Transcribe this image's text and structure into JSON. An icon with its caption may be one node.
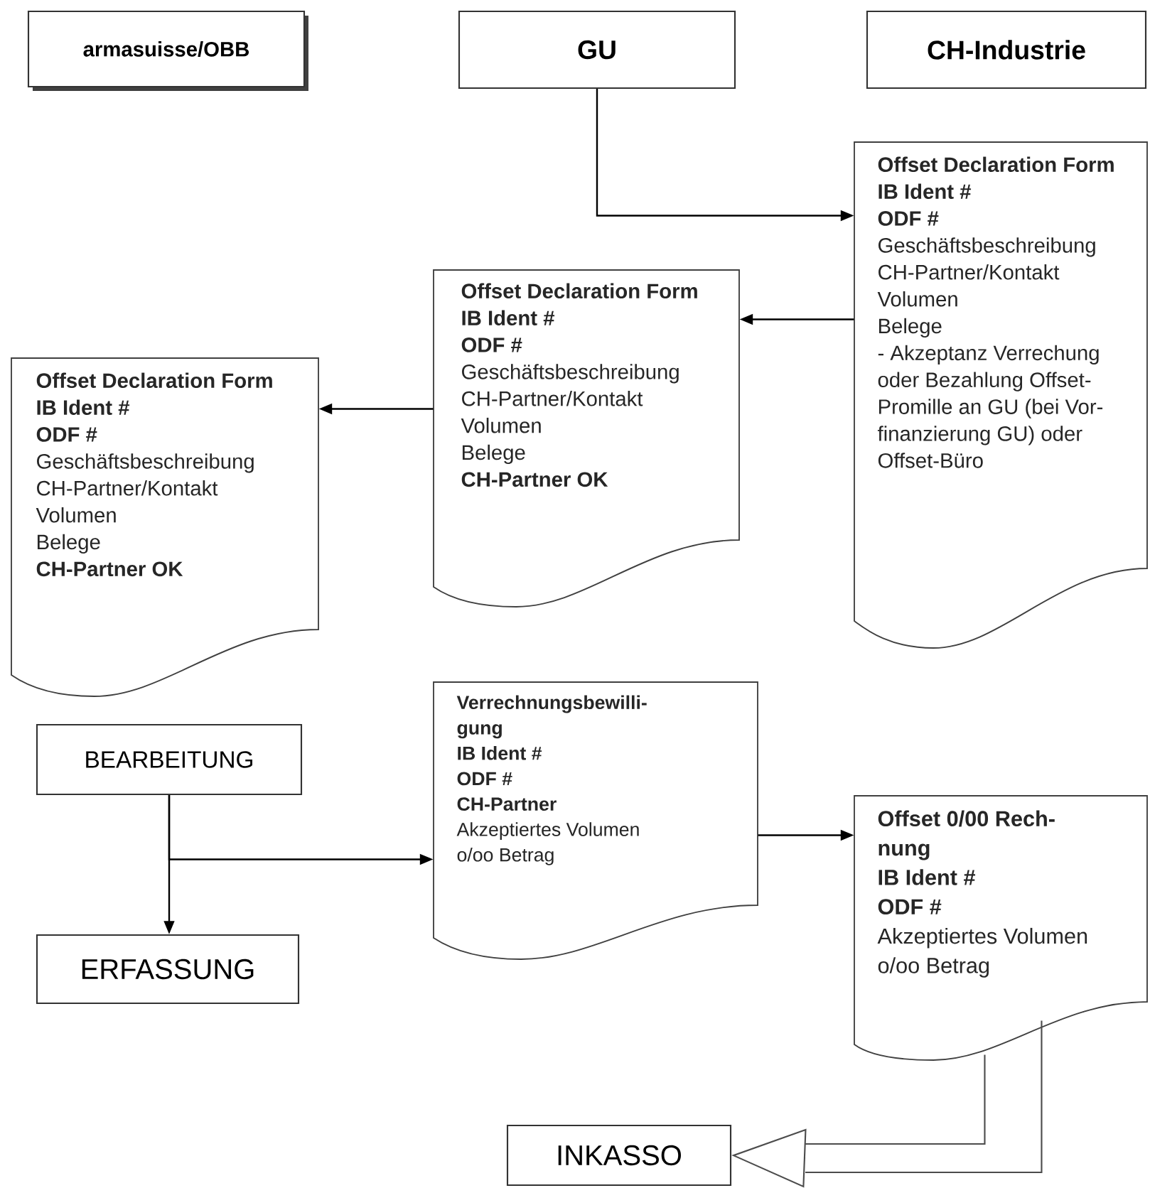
{
  "diagram": {
    "nodes": [
      {
        "text": [
          "armasuisse/OBB"
        ]
      },
      {
        "text": [
          "GU"
        ]
      },
      {
        "text": [
          "CH-Industrie"
        ]
      },
      {
        "text": [
          "Offset Declaration Form",
          "IB Ident #",
          "ODF #",
          "Geschäftsbeschreibung",
          "CH-Partner/Kontakt",
          "Volumen",
          "Belege",
          "- Akzeptanz Verrechung",
          "oder Bezahlung Offset-",
          "Promille an GU (bei Vor-",
          "finanzierung GU) oder",
          "Offset-Büro"
        ]
      },
      {
        "text": [
          "Offset Declaration Form",
          "IB Ident #",
          "ODF #",
          "Geschäftsbeschreibung",
          "CH-Partner/Kontakt",
          "Volumen",
          "Belege",
          "CH-Partner OK"
        ]
      },
      {
        "text": [
          "Offset Declaration Form",
          "IB Ident #",
          "ODF #",
          "Geschäftsbeschreibung",
          "CH-Partner/Kontakt",
          "Volumen",
          "Belege",
          "CH-Partner OK"
        ]
      },
      {
        "text": [
          "BEARBEITUNG"
        ]
      },
      {
        "text": [
          "ERFASSUNG"
        ]
      },
      {
        "text": [
          "Verrechnungsbewilli-",
          "gung",
          "IB Ident #",
          "ODF #",
          "CH-Partner",
          "Akzeptiertes Volumen",
          "o/oo Betrag"
        ]
      },
      {
        "text": [
          "Offset 0/00 Rech-",
          "nung",
          "IB Ident #",
          "ODF #",
          "Akzeptiertes Volumen",
          "o/oo Betrag"
        ]
      },
      {
        "text": [
          "INKASSO"
        ]
      }
    ],
    "edges": [
      {
        "from": 1,
        "to": 3,
        "arrow": "to"
      },
      {
        "from": 3,
        "to": 4,
        "arrow": "to"
      },
      {
        "from": 4,
        "to": 5,
        "arrow": "to"
      },
      {
        "from": 6,
        "to": 7,
        "arrow": "to"
      },
      {
        "from": 6,
        "to": 8,
        "arrow": "to"
      },
      {
        "from": 8,
        "to": 9,
        "arrow": "to"
      },
      {
        "from": 9,
        "to": 10,
        "arrow": "to"
      }
    ]
  }
}
